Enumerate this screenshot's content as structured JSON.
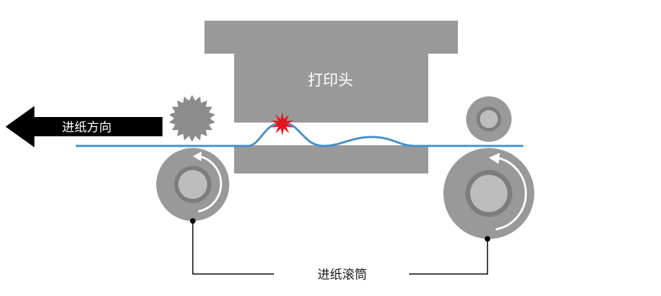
{
  "labels": {
    "print_head": "打印头",
    "feed_direction": "进纸方向",
    "feed_rollers": "进纸滚筒"
  },
  "colors": {
    "head_gray": "#999999",
    "roller_outer": "#999999",
    "roller_ring": "#7d7d7d",
    "roller_core": "#bdbdbd",
    "paper_line": "#3f8fcf",
    "arrow": "#000000",
    "impact": "#e8141e",
    "gear": "#8c8c8c",
    "leader_line": "#000000"
  }
}
